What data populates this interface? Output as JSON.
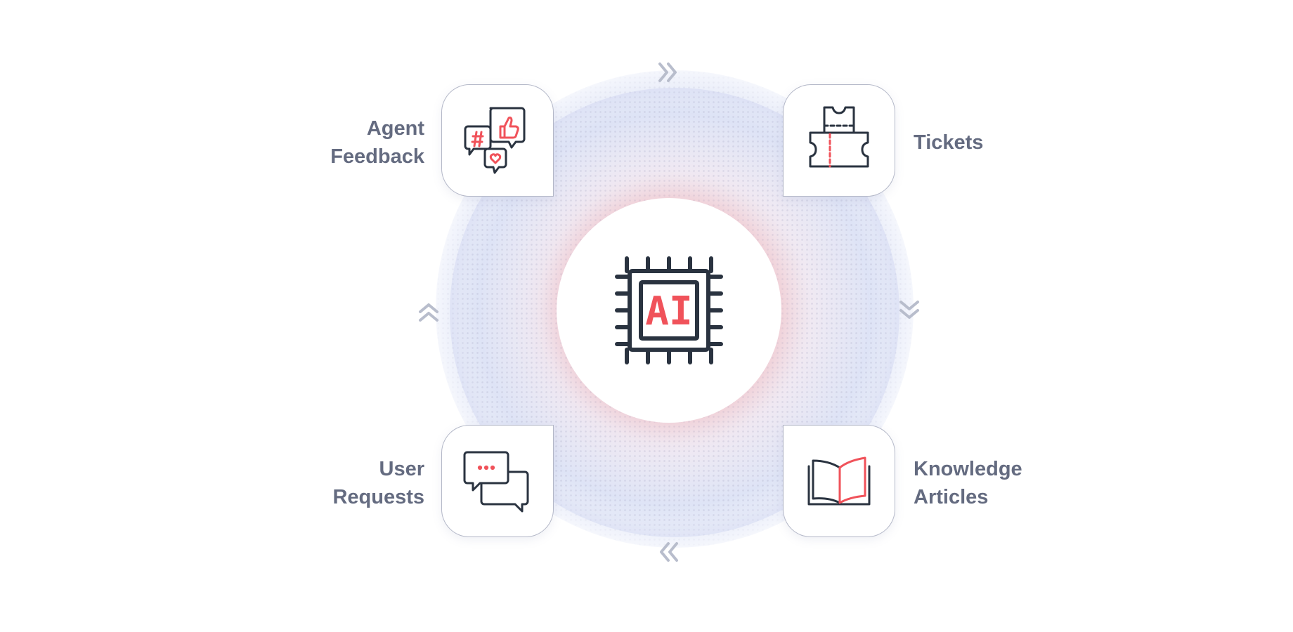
{
  "center": {
    "chip_text": "AI",
    "icon": "ai-chip-icon"
  },
  "nodes": {
    "agent_feedback": {
      "line1": "Agent",
      "line2": "Feedback",
      "icon": "feedback-chat-icon"
    },
    "tickets": {
      "label": "Tickets",
      "icon": "ticket-icon"
    },
    "user_requests": {
      "line1": "User",
      "line2": "Requests",
      "icon": "chat-bubbles-icon"
    },
    "knowledge_articles": {
      "line1": "Knowledge",
      "line2": "Articles",
      "icon": "open-book-icon"
    }
  },
  "arrows": [
    "double-chevron-right-icon",
    "double-chevron-down-icon",
    "double-chevron-left-icon",
    "double-chevron-up-icon"
  ],
  "colors": {
    "icon_dark": "#2a3340",
    "accent": "#f0525a",
    "label": "#646b80",
    "border": "#b4b8c8"
  }
}
